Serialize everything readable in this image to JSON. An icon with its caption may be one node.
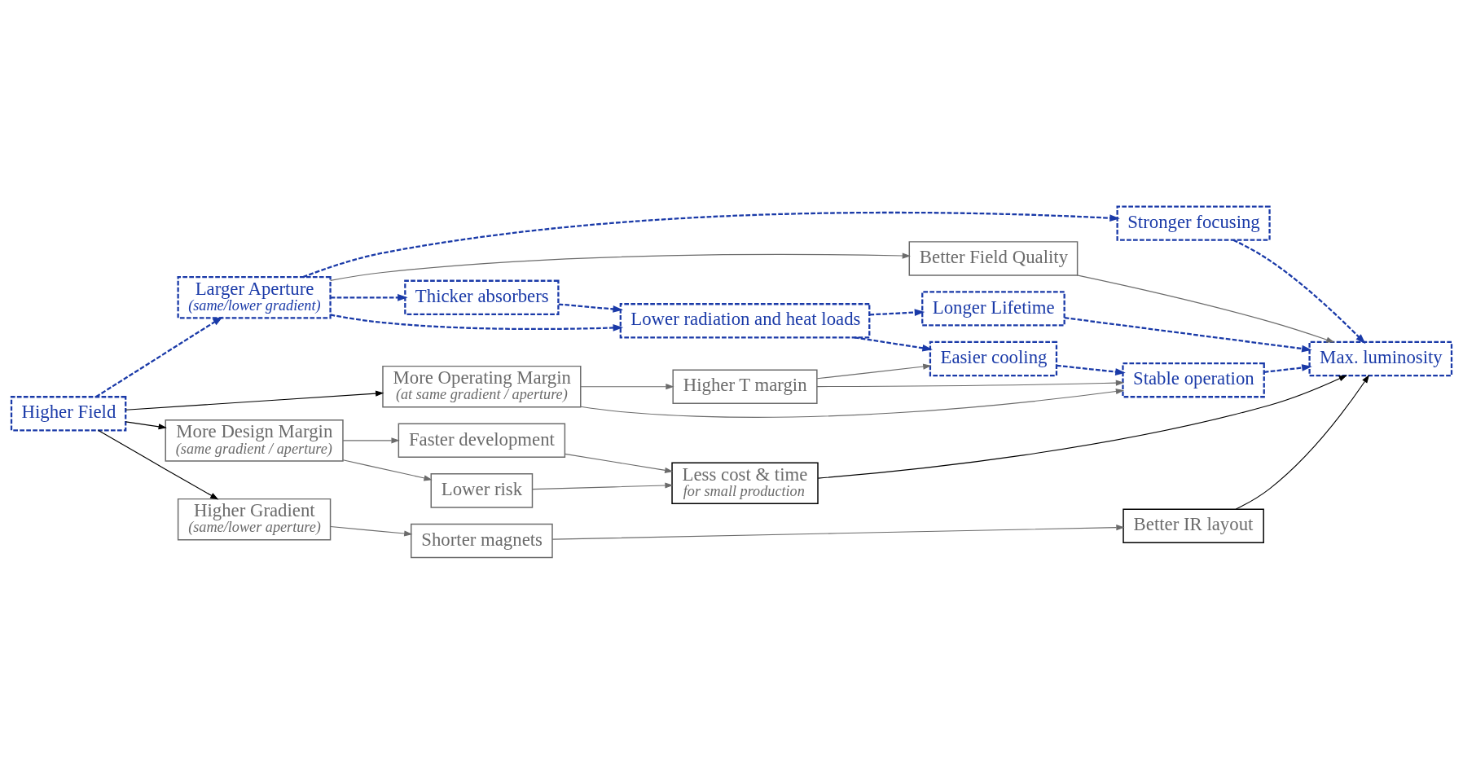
{
  "diagram": {
    "nodes": [
      {
        "text": [
          "Higher Field"
        ]
      },
      {
        "text": [
          "Larger Aperture",
          "(same/lower gradient)"
        ]
      },
      {
        "text": [
          "Stronger focusing"
        ]
      },
      {
        "text": [
          "Better Field Quality"
        ]
      },
      {
        "text": [
          "Thicker absorbers"
        ]
      },
      {
        "text": [
          "Max. luminosity"
        ]
      },
      {
        "text": [
          "Longer Lifetime"
        ]
      },
      {
        "text": [
          "Lower radiation and heat loads"
        ]
      },
      {
        "text": [
          "Easier cooling"
        ]
      },
      {
        "text": [
          "Stable operation"
        ]
      },
      {
        "text": [
          "More Operating Margin",
          "(at same gradient / aperture)"
        ]
      },
      {
        "text": [
          "Higher T margin"
        ]
      },
      {
        "text": [
          "More Design Margin",
          "(same gradient / aperture)"
        ]
      },
      {
        "text": [
          "Faster development"
        ]
      },
      {
        "text": [
          "Lower risk"
        ]
      },
      {
        "text": [
          "Less cost & time",
          "for small production"
        ]
      },
      {
        "text": [
          "Higher Gradient",
          "(same/lower aperture)"
        ]
      },
      {
        "text": [
          "Shorter magnets"
        ]
      },
      {
        "text": [
          "Better IR layout"
        ]
      }
    ],
    "edges": [
      {
        "from": 0,
        "to": 1,
        "arrow": "to",
        "style": "dashed",
        "color": "#1a3aa8"
      },
      {
        "from": 1,
        "to": 2,
        "arrow": "to",
        "style": "dashed",
        "color": "#1a3aa8"
      },
      {
        "from": 1,
        "to": 3,
        "arrow": "to"
      },
      {
        "from": 1,
        "to": 4,
        "arrow": "to",
        "style": "dashed",
        "color": "#1a3aa8"
      },
      {
        "from": 1,
        "to": 7,
        "arrow": "to",
        "style": "dashed",
        "color": "#1a3aa8"
      },
      {
        "from": 2,
        "to": 5,
        "arrow": "to",
        "style": "dashed",
        "color": "#1a3aa8"
      },
      {
        "from": 3,
        "to": 5,
        "arrow": "to"
      },
      {
        "from": 4,
        "to": 7,
        "arrow": "to",
        "style": "dashed",
        "color": "#1a3aa8"
      },
      {
        "from": 7,
        "to": 6,
        "arrow": "to",
        "style": "dashed",
        "color": "#1a3aa8"
      },
      {
        "from": 6,
        "to": 5,
        "arrow": "to",
        "style": "dashed",
        "color": "#1a3aa8"
      },
      {
        "from": 7,
        "to": 8,
        "arrow": "to",
        "style": "dashed",
        "color": "#1a3aa8"
      },
      {
        "from": 8,
        "to": 9,
        "arrow": "to",
        "style": "dashed",
        "color": "#1a3aa8"
      },
      {
        "from": 9,
        "to": 5,
        "arrow": "to",
        "style": "dashed",
        "color": "#1a3aa8"
      },
      {
        "from": 0,
        "to": 10,
        "arrow": "to",
        "color": "#000000"
      },
      {
        "from": 0,
        "to": 12,
        "arrow": "to",
        "color": "#000000"
      },
      {
        "from": 0,
        "to": 16,
        "arrow": "to",
        "color": "#000000"
      },
      {
        "from": 10,
        "to": 11,
        "arrow": "to"
      },
      {
        "from": 10,
        "to": 9,
        "arrow": "to"
      },
      {
        "from": 11,
        "to": 8,
        "arrow": "to"
      },
      {
        "from": 11,
        "to": 9,
        "arrow": "to"
      },
      {
        "from": 12,
        "to": 13,
        "arrow": "to"
      },
      {
        "from": 12,
        "to": 14,
        "arrow": "to"
      },
      {
        "from": 13,
        "to": 15,
        "arrow": "to"
      },
      {
        "from": 14,
        "to": 15,
        "arrow": "to"
      },
      {
        "from": 15,
        "to": 5,
        "arrow": "to",
        "color": "#000000"
      },
      {
        "from": 16,
        "to": 17,
        "arrow": "to"
      },
      {
        "from": 17,
        "to": 18,
        "arrow": "to"
      },
      {
        "from": 18,
        "to": 5,
        "arrow": "to",
        "color": "#000000"
      }
    ]
  }
}
